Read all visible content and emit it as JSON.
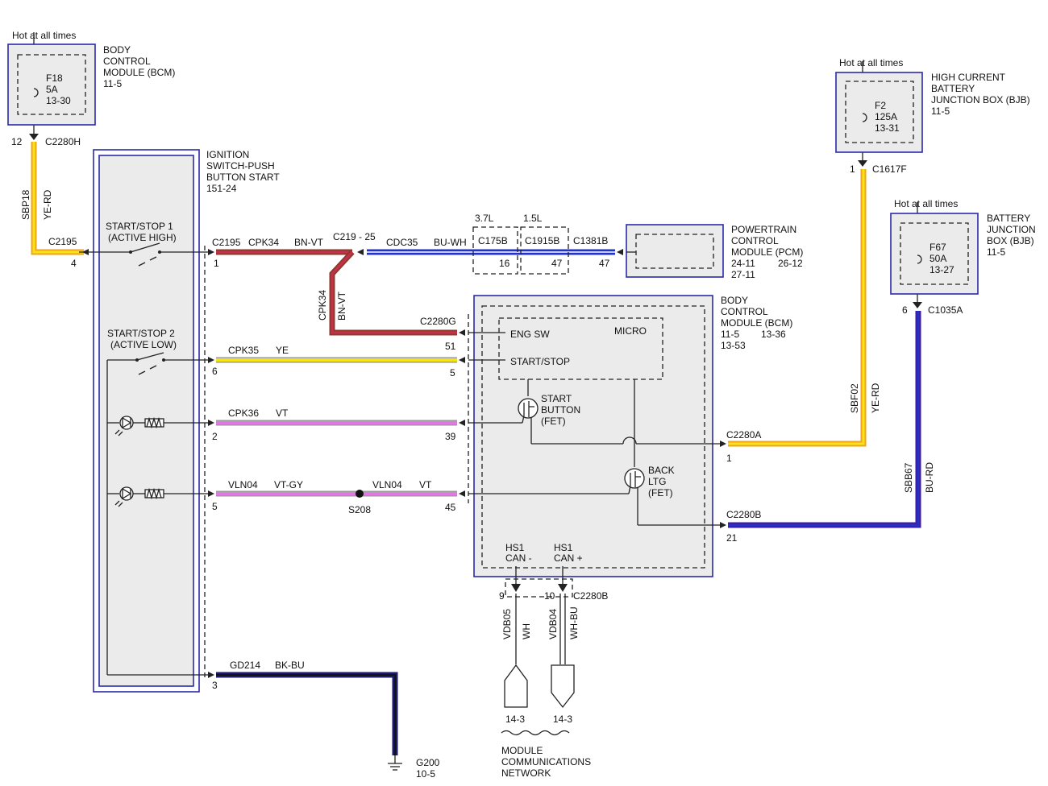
{
  "components": {
    "bcm_top": {
      "header": "Hot at all times",
      "name": [
        "BODY",
        "CONTROL",
        "MODULE (BCM)",
        "11-5"
      ],
      "fuse": [
        "F18",
        "5A",
        "13-30"
      ],
      "pin": "12",
      "connector": "C2280H"
    },
    "hcbjb": {
      "header": "Hot at all times",
      "name": [
        "HIGH CURRENT",
        "BATTERY",
        "JUNCTION BOX (BJB)",
        "11-5"
      ],
      "fuse": [
        "F2",
        "125A",
        "13-31"
      ],
      "pin": "1",
      "connector": "C1617F"
    },
    "bjb": {
      "header": "Hot at all times",
      "name": [
        "BATTERY",
        "JUNCTION",
        "BOX (BJB)",
        "11-5"
      ],
      "fuse": [
        "F67",
        "50A",
        "13-27"
      ],
      "pin": "6",
      "connector": "C1035A"
    },
    "ignition": {
      "name": [
        "IGNITION",
        "SWITCH-PUSH",
        "BUTTON START",
        "151-24"
      ],
      "switch1": [
        "START/STOP 1",
        "(ACTIVE HIGH)"
      ],
      "switch2": [
        "START/STOP 2",
        "(ACTIVE LOW)"
      ]
    },
    "pcm": {
      "name": [
        "POWERTRAIN",
        "CONTROL",
        "MODULE (PCM)",
        "24-11",
        "26-12",
        "27-11"
      ],
      "connector": "C1381B",
      "pin": "47"
    },
    "bcm_main": {
      "name": [
        "BODY",
        "CONTROL",
        "MODULE (BCM)",
        "11-5",
        "13-36",
        "13-53"
      ],
      "micro": "MICRO",
      "eng_sw": "ENG SW",
      "start_stop": "START/STOP",
      "start_button": [
        "START",
        "BUTTON",
        "(FET)"
      ],
      "back_ltg": [
        "BACK",
        "LTG",
        "(FET)"
      ],
      "can_lo": [
        "HS1",
        "CAN -"
      ],
      "can_hi": [
        "HS1",
        "CAN +"
      ]
    },
    "inline": {
      "c175b": "C175B",
      "c1915b": "C1915B",
      "v37": "3.7L",
      "v15": "1.5L",
      "p16": "16",
      "p47": "47"
    }
  },
  "wires": {
    "sbp18": {
      "circuit": "SBP18",
      "color": "YE-RD",
      "connector": "C2195",
      "pin": "4"
    },
    "cpk34": {
      "connector": "C2195",
      "pin": "1",
      "circuit": "CPK34",
      "color": "BN-VT",
      "splice": "C219 - 25",
      "v_circuit": "CPK34",
      "v_color": "BN-VT"
    },
    "cdc35": {
      "circuit": "CDC35",
      "color": "BU-WH"
    },
    "c2280g": {
      "connector": "C2280G",
      "pin": "51"
    },
    "cpk35": {
      "circuit": "CPK35",
      "color": "YE",
      "pin_left": "6",
      "pin_right": "5"
    },
    "cpk36": {
      "circuit": "CPK36",
      "color": "VT",
      "pin_left": "2",
      "pin_right": "39"
    },
    "vln04": {
      "circuit": "VLN04",
      "color": "VT-GY",
      "circuit2": "VLN04",
      "color2": "VT",
      "splice": "S208",
      "pin_left": "5",
      "pin_right": "45"
    },
    "gd214": {
      "circuit": "GD214",
      "color": "BK-BU",
      "pin": "3",
      "ground": [
        "G200",
        "10-5"
      ]
    },
    "sbf02": {
      "circuit": "SBF02",
      "color": "YE-RD",
      "connector": "C2280A",
      "pin": "1"
    },
    "sbb67": {
      "circuit": "SBB67",
      "color": "BU-RD",
      "connector": "C2280B",
      "pin": "21"
    },
    "vdb05": {
      "circuit": "VDB05",
      "color": "WH",
      "pin": "9"
    },
    "vdb04": {
      "circuit": "VDB04",
      "color": "WH-BU",
      "pin": "10",
      "connector": "C2280B"
    },
    "network": {
      "ref_left": "14-3",
      "ref_right": "14-3",
      "label": [
        "MODULE",
        "COMMUNICATIONS",
        "NETWORK"
      ]
    }
  },
  "colors": {
    "yellow": "#f5e31a",
    "orange": "#f2a418",
    "red": "#c6304a",
    "brown": "#8b3a2e",
    "violet": "#e07ae0",
    "blue": "#2233cc",
    "navy": "#1b1b6e",
    "purple": "#3a1fa8",
    "gray": "#9a9a9a",
    "box_border": "#2a2aa8",
    "box_fill": "#ebebeb"
  }
}
